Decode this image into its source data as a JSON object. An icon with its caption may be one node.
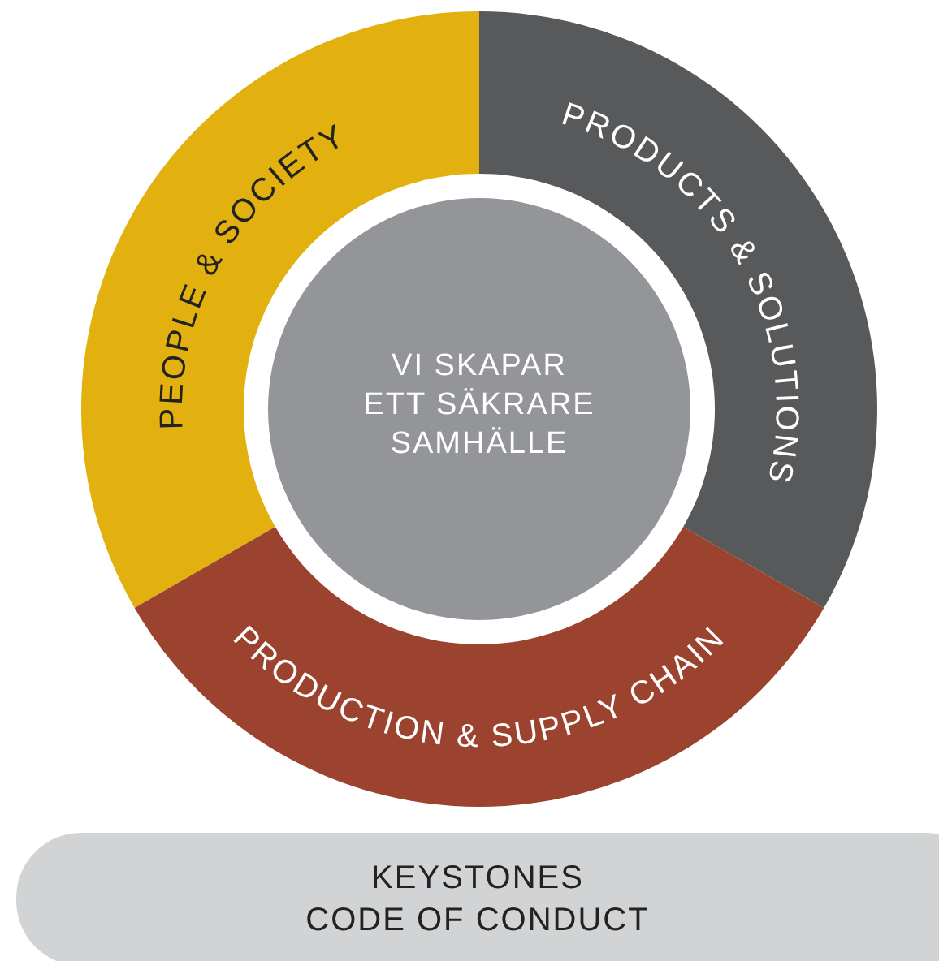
{
  "diagram": {
    "nodes": [
      {
        "text": [
          "PEOPLE & SOCIETY"
        ]
      },
      {
        "text": [
          "PRODUCTS & SOLUTIONS"
        ]
      },
      {
        "text": [
          "VI SKAPAR ETT SÄKRARE SAMHÄLLE"
        ]
      },
      {
        "text": [
          "PRODUCTION & SUPPLY CHAIN"
        ]
      },
      {
        "text": [
          "KEYSTONES",
          "CODE OF CONDUCT"
        ]
      }
    ],
    "edges": []
  }
}
